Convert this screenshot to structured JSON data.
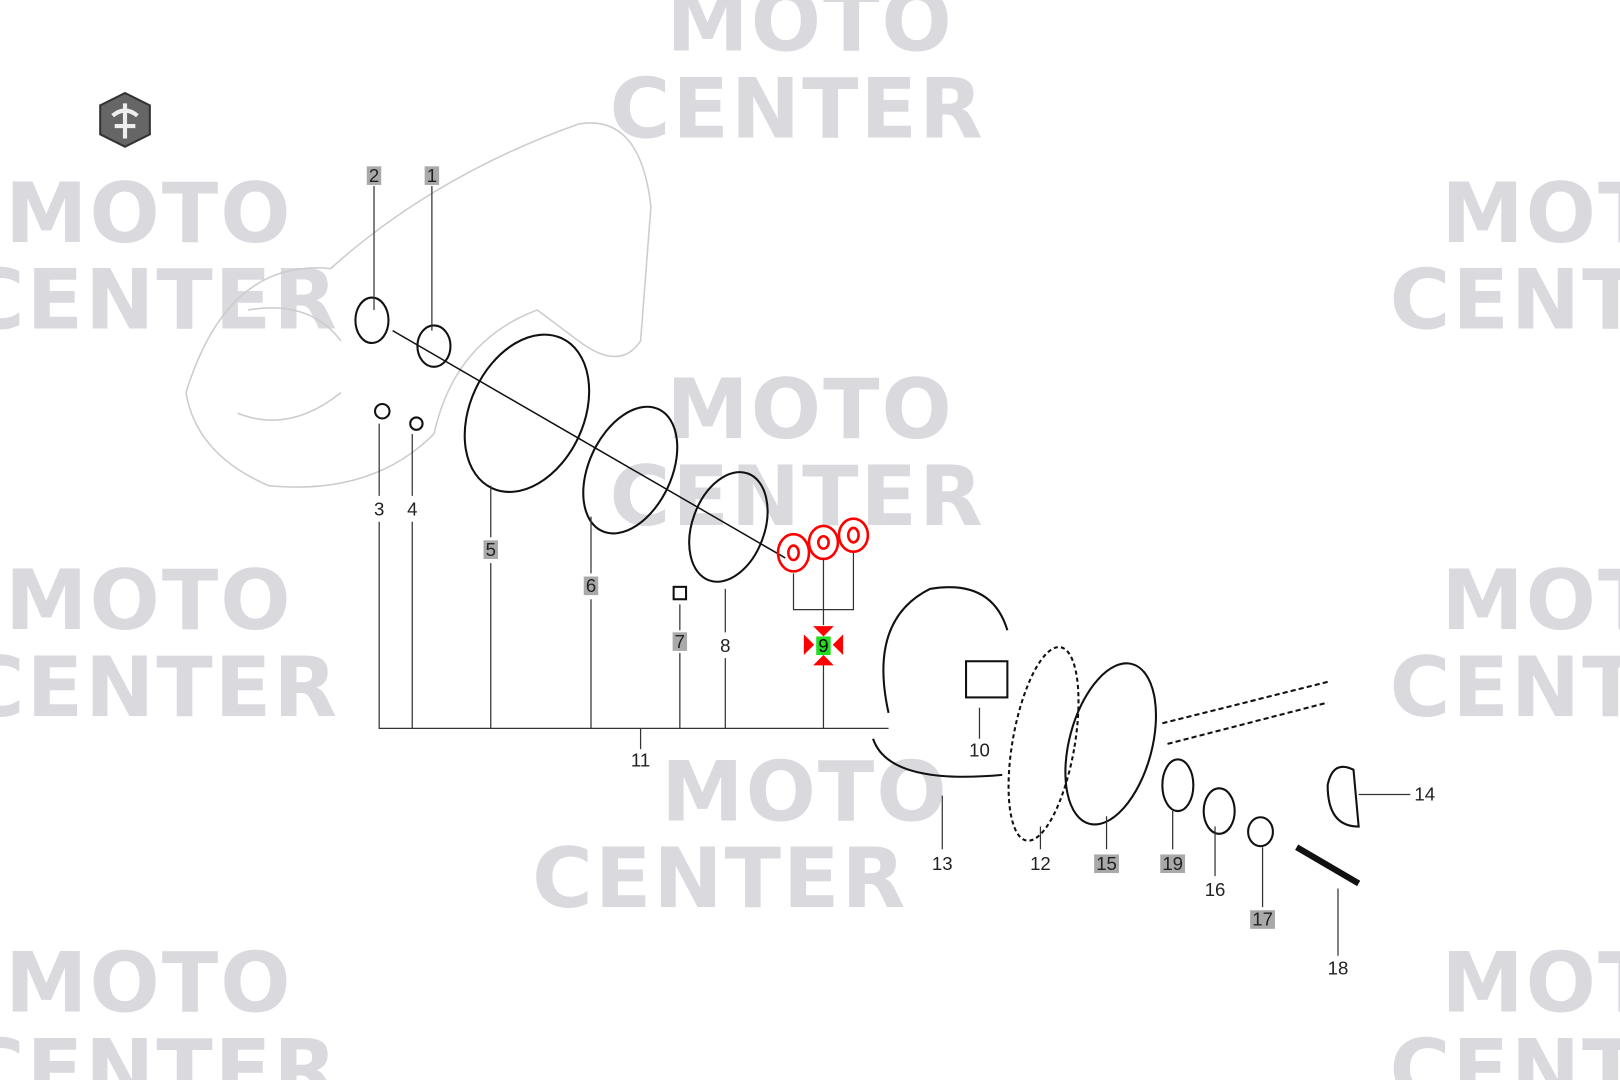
{
  "watermark": {
    "line1": "MOTO",
    "line2": "CENTER"
  },
  "logo": {
    "name": "brand-shield-logo"
  },
  "diagram": {
    "highlight_color": "#ff0000",
    "selected_part": "9",
    "labels": {
      "p1": "1",
      "p2": "2",
      "p3": "3",
      "p4": "4",
      "p5": "5",
      "p6": "6",
      "p7": "7",
      "p8": "8",
      "p9": "9",
      "p10": "10",
      "p11": "11",
      "p12": "12",
      "p13": "13",
      "p14": "14",
      "p15": "15",
      "p16": "16",
      "p17": "17",
      "p18": "18",
      "p19": "19"
    }
  }
}
